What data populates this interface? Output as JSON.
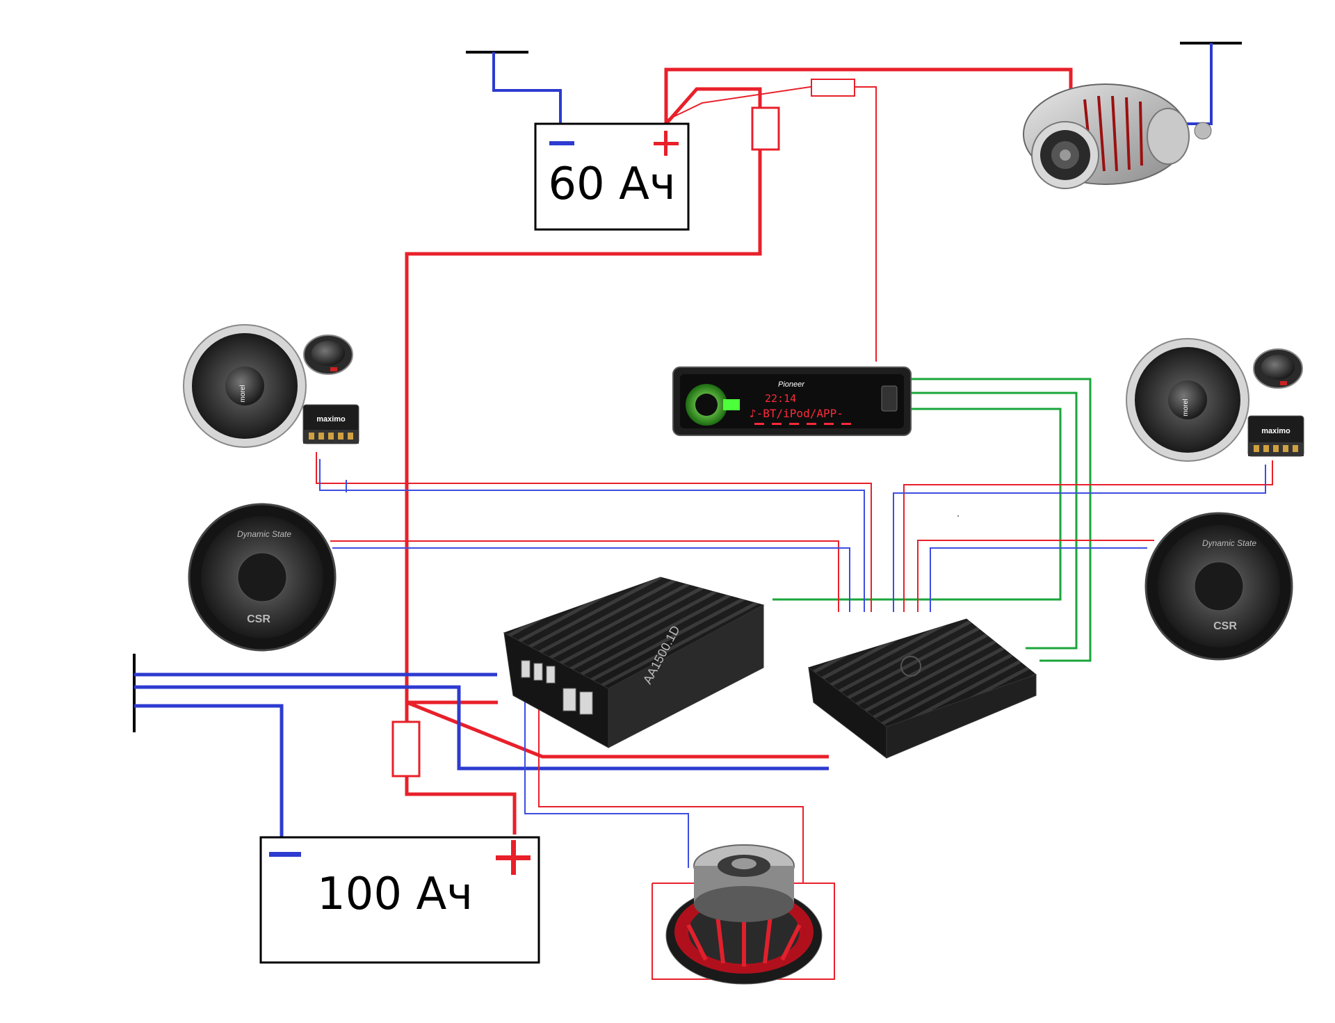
{
  "batteries": {
    "main": {
      "label": "60 Ач",
      "minus": "−",
      "plus": "+"
    },
    "aux": {
      "label": "100 Ач",
      "minus": "−",
      "plus": "+"
    }
  },
  "head_unit": {
    "brand": "Pioneer",
    "display_time": "22:14",
    "display_source": "♪-BT/iPod/APP-"
  },
  "speakers": {
    "component_brand": "morel",
    "crossover_brand": "maximo",
    "midbass_brand": "Dynamic State",
    "midbass_model": "CSR"
  },
  "amplifiers": {
    "mono_model": "AA1500.1D"
  },
  "colors": {
    "power_wire": "#e8202a",
    "ground_wire": "#2d3bd0",
    "signal_wire": "#19a63a",
    "speaker_wire_thin_red": "#e8202a",
    "speaker_wire_thin_blue": "#3d4de0",
    "fuse_outline": "#e8202a",
    "ground_bar": "#000000"
  },
  "icons": [
    "ground-symbol-icon",
    "fuse-icon",
    "alternator-icon",
    "speaker-icon",
    "tweeter-icon",
    "crossover-icon",
    "amplifier-icon",
    "subwoofer-icon",
    "head-unit-icon"
  ]
}
